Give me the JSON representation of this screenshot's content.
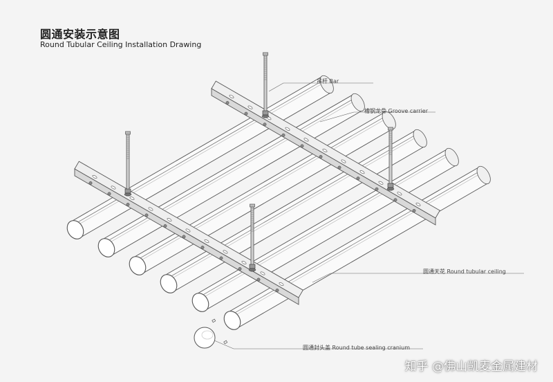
{
  "header": {
    "title_cn": "圆通安装示意图",
    "title_en": "Round Tubular Ceiling Installation Drawing"
  },
  "labels": {
    "bar": "吊杆  Bar",
    "groove_carrier": "槽钢龙骨  Groove carrier",
    "round_tubular_ceiling": "圆通天花  Round tubular ceiling",
    "sealing_cranium": "圆通封头盖  Round tube sealing cranium"
  },
  "watermark": "知乎 @佛山凯麦金属建材",
  "colors": {
    "background": "#f4f4f4",
    "line": "#555555",
    "tube_fill": "#ffffff",
    "metal_fill": "#e6e6e6"
  }
}
